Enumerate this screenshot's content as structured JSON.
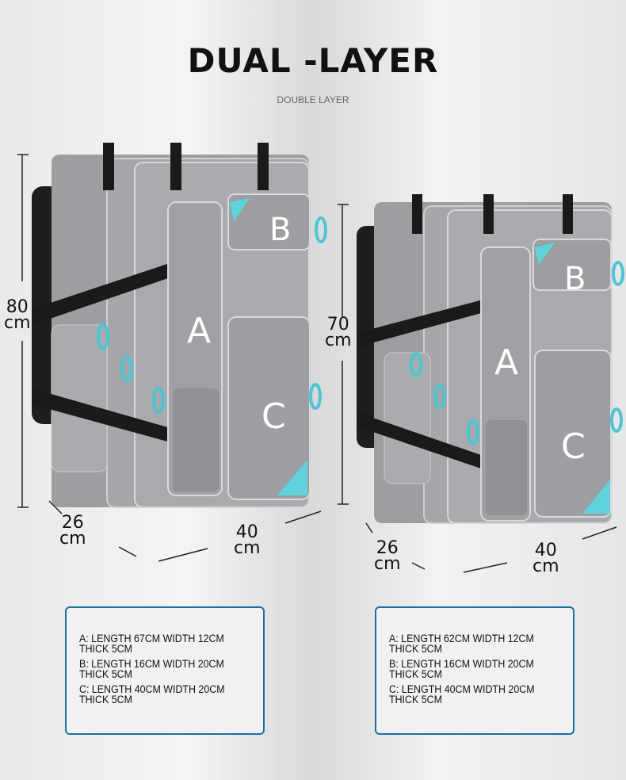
{
  "header": {
    "title": "DUAL -LAYER",
    "subtitle": "DOUBLE LAYER"
  },
  "bags": [
    {
      "height": {
        "value": "80",
        "unit": "cm"
      },
      "depth": {
        "value": "26",
        "unit": "cm"
      },
      "width": {
        "value": "40",
        "unit": "cm"
      },
      "compartments": {
        "a": "A",
        "b": "B",
        "c": "C"
      },
      "specs": [
        {
          "line1": "A: LENGTH 67CM WIDTH 12CM",
          "line2": "THICK 5CM"
        },
        {
          "line1": "B: LENGTH 16CM WIDTH 20CM",
          "line2": "THICK 5CM"
        },
        {
          "line1": "C: LENGTH 40CM WIDTH 20CM",
          "line2": "THICK 5CM"
        }
      ]
    },
    {
      "height": {
        "value": "70",
        "unit": "cm"
      },
      "depth": {
        "value": "26",
        "unit": "cm"
      },
      "width": {
        "value": "40",
        "unit": "cm"
      },
      "compartments": {
        "a": "A",
        "b": "B",
        "c": "C"
      },
      "specs": [
        {
          "line1": "A: LENGTH 62CM WIDTH 12CM",
          "line2": "THICK 5CM"
        },
        {
          "line1": "B: LENGTH 16CM WIDTH 20CM",
          "line2": "THICK 5CM"
        },
        {
          "line1": "C: LENGTH 40CM WIDTH 20CM",
          "line2": "THICK 5CM"
        }
      ]
    }
  ],
  "colors": {
    "body": "#9c9ea1",
    "accent": "#5fd3dc",
    "border": "#1d6fa0",
    "strap": "#1a1a1a"
  }
}
